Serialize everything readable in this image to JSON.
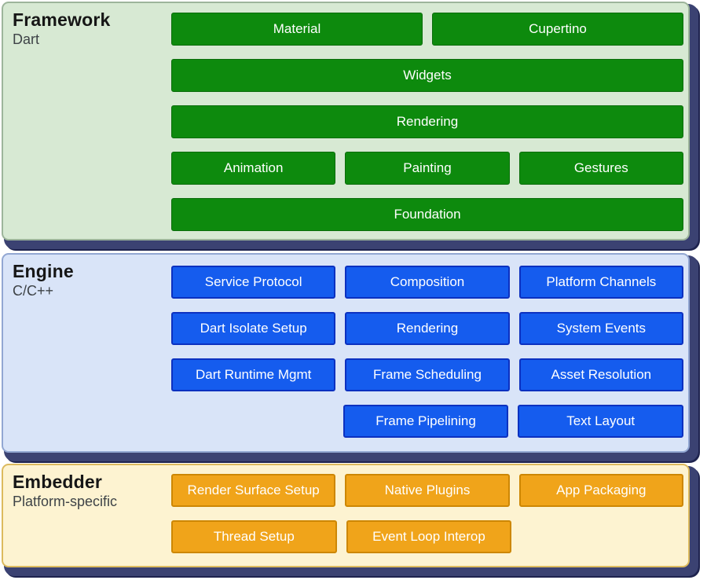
{
  "sections": [
    {
      "id": "framework",
      "title": "Framework",
      "subtitle": "Dart",
      "rows": [
        [
          "Material",
          "Cupertino"
        ],
        [
          "Widgets"
        ],
        [
          "Rendering"
        ],
        [
          "Animation",
          "Painting",
          "Gestures"
        ],
        [
          "Foundation"
        ]
      ]
    },
    {
      "id": "engine",
      "title": "Engine",
      "subtitle": "C/C++",
      "rows": [
        [
          "Service Protocol",
          "Composition",
          "Platform Channels"
        ],
        [
          "Dart Isolate Setup",
          "Rendering",
          "System Events"
        ],
        [
          "Dart Runtime Mgmt",
          "Frame Scheduling",
          "Asset Resolution"
        ],
        [
          null,
          "Frame Pipelining",
          "Text Layout"
        ]
      ]
    },
    {
      "id": "embedder",
      "title": "Embedder",
      "subtitle": "Platform-specific",
      "rows": [
        [
          "Render Surface Setup",
          "Native Plugins",
          "App Packaging"
        ],
        [
          "Thread Setup",
          "Event Loop Interop",
          null
        ]
      ]
    }
  ],
  "colors": {
    "framework_panel_bg": "#d7e9d3",
    "framework_block": "#0d8a0d",
    "engine_panel_bg": "#d9e4f8",
    "engine_block": "#155cee",
    "embedder_panel_bg": "#fdf3d1",
    "embedder_block": "#f0a41a",
    "panel_shadow": "#3b4272",
    "block_text": "#ffffff",
    "title_text": "#161616",
    "subtitle_text": "#3e4347"
  }
}
